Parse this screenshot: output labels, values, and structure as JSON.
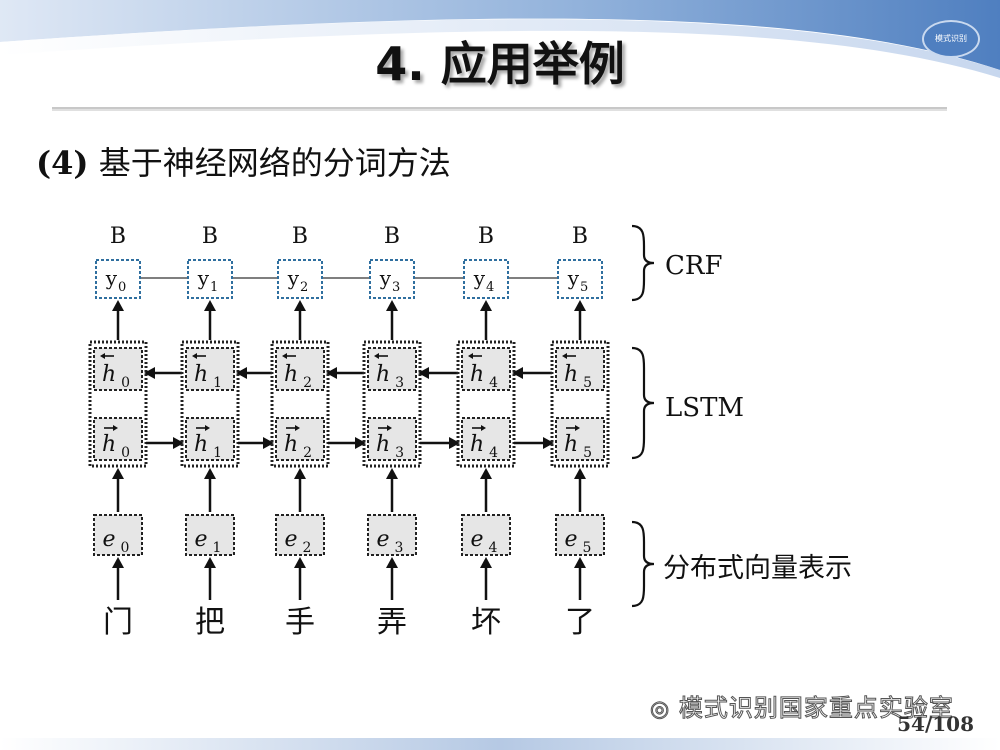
{
  "slide": {
    "title": "4. 应用举例",
    "subtitle_num": "(4)",
    "subtitle_text": " 基于神经网络的分词方法",
    "page": "54/108",
    "watermark": "模式识别国家重点实验室",
    "logo_text": "模式识别"
  },
  "diagram": {
    "tags": [
      "B",
      "B",
      "B",
      "B",
      "B",
      "B"
    ],
    "outputs": [
      {
        "base": "y",
        "sub": "0"
      },
      {
        "base": "y",
        "sub": "1"
      },
      {
        "base": "y",
        "sub": "2"
      },
      {
        "base": "y",
        "sub": "3"
      },
      {
        "base": "y",
        "sub": "4"
      },
      {
        "base": "y",
        "sub": "5"
      }
    ],
    "backward_states": [
      {
        "base": "h",
        "sub": "0"
      },
      {
        "base": "h",
        "sub": "1"
      },
      {
        "base": "h",
        "sub": "2"
      },
      {
        "base": "h",
        "sub": "3"
      },
      {
        "base": "h",
        "sub": "4"
      },
      {
        "base": "h",
        "sub": "5"
      }
    ],
    "forward_states": [
      {
        "base": "h",
        "sub": "0"
      },
      {
        "base": "h",
        "sub": "1"
      },
      {
        "base": "h",
        "sub": "2"
      },
      {
        "base": "h",
        "sub": "3"
      },
      {
        "base": "h",
        "sub": "4"
      },
      {
        "base": "h",
        "sub": "5"
      }
    ],
    "embeddings": [
      {
        "base": "e",
        "sub": "0"
      },
      {
        "base": "e",
        "sub": "1"
      },
      {
        "base": "e",
        "sub": "2"
      },
      {
        "base": "e",
        "sub": "3"
      },
      {
        "base": "e",
        "sub": "4"
      },
      {
        "base": "e",
        "sub": "5"
      }
    ],
    "characters": [
      "门",
      "把",
      "手",
      "弄",
      "坏",
      "了"
    ],
    "layer_labels": {
      "crf": "CRF",
      "lstm": "LSTM",
      "embedding": "分布式向量表示"
    },
    "colors": {
      "output_border": "#2f6f9f",
      "cell_fill": "#e6e6e6",
      "cell_border": "#222222",
      "arrow": "#111111"
    }
  }
}
